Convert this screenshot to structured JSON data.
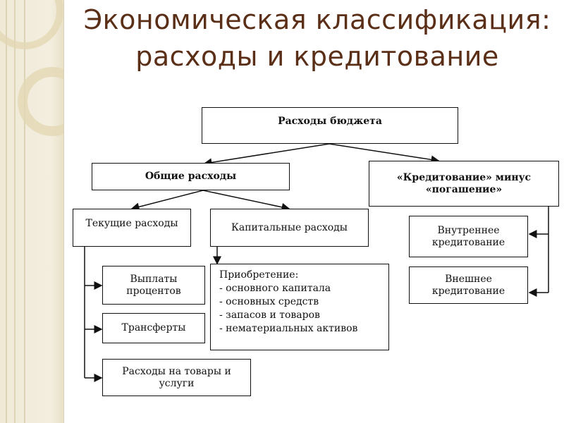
{
  "slide": {
    "title": "Экономическая классификация: расходы и кредитование"
  },
  "diagram": {
    "root": "Расходы бюджета",
    "general": "Общие расходы",
    "lending": "«Кредитование» минус «погашение»",
    "current": "Текущие расходы",
    "capital": "Капитальные расходы",
    "interest": "Выплаты процентов",
    "transfers": "Трансферты",
    "goods": "Расходы на товары и услуги",
    "acquisition": {
      "heading": "Приобретение:",
      "items": [
        "- основного капитала",
        "- основных средств",
        "- запасов и товаров",
        "- нематериальных активов"
      ]
    },
    "internal": "Внутреннее кредитование",
    "external": "Внешнее кредитование"
  },
  "colors": {
    "title": "#5b2f17",
    "sidebar": "#efe9d6"
  }
}
